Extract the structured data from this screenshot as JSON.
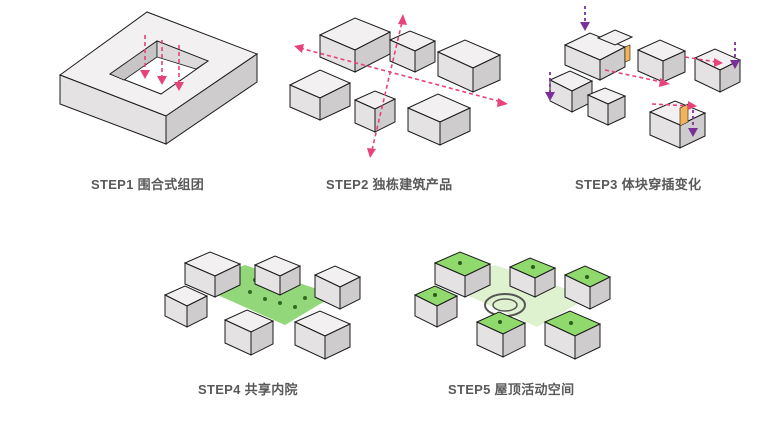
{
  "steps": [
    {
      "label": "STEP1 围合式组团"
    },
    {
      "label": "STEP2 独栋建筑产品"
    },
    {
      "label": "STEP3 体块穿插变化"
    },
    {
      "label": "STEP4 共享内院"
    },
    {
      "label": "STEP5  屋顶活动空间"
    }
  ],
  "colors": {
    "block_top": "#f2f0f1",
    "block_left": "#e4e2e3",
    "block_right": "#cfcccd",
    "outline": "#1c1c1c",
    "arrow_pink": "#e8427a",
    "arrow_purple": "#7b2f9a",
    "garden_green": "#86d36a",
    "roof_green": "#8fd96d",
    "accent_orange": "#f2b45a"
  }
}
